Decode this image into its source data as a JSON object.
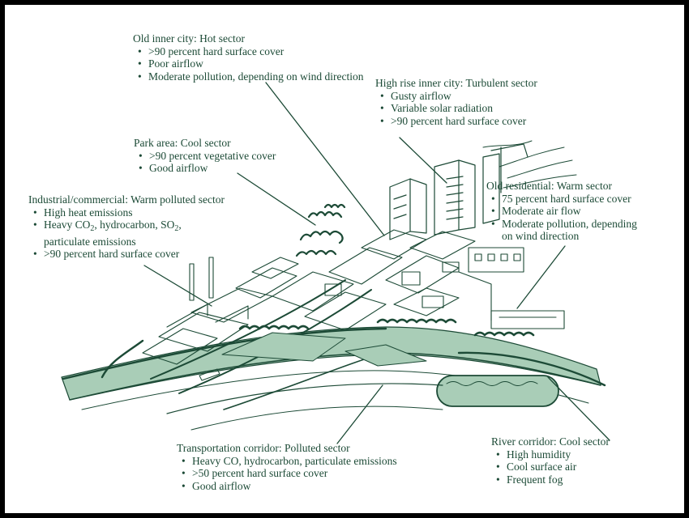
{
  "colors": {
    "ink": "#1c4a36",
    "tint": "#a9cdb7",
    "background": "#ffffff",
    "border": "#000000"
  },
  "sectors": [
    {
      "id": "old-inner-city",
      "title": "Old inner city: Hot sector",
      "bullets": [
        ">90 percent hard surface cover",
        "Poor airflow",
        "Moderate pollution, depending on wind direction"
      ]
    },
    {
      "id": "high-rise",
      "title": "High rise inner city: Turbulent sector",
      "bullets": [
        "Gusty airflow",
        "Variable solar radiation",
        ">90 percent hard surface cover"
      ]
    },
    {
      "id": "park",
      "title": "Park area: Cool sector",
      "bullets": [
        ">90 percent vegetative cover",
        "Good airflow"
      ]
    },
    {
      "id": "industrial",
      "title": "Industrial/commercial: Warm polluted sector",
      "bullets": [
        "High heat emissions",
        "Heavy CO{2}, hydrocarbon, SO{2},",
        "particulate emissions",
        ">90 percent hard surface cover"
      ]
    },
    {
      "id": "old-residential",
      "title": "Old residential: Warm sector",
      "bullets": [
        "75 percent hard surface cover",
        "Moderate air flow",
        "Moderate pollution, depending",
        "on wind direction"
      ]
    },
    {
      "id": "transportation",
      "title": "Transportation corridor: Polluted sector",
      "bullets": [
        "Heavy CO, hydrocarbon, particulate emissions",
        ">50 percent hard surface cover",
        "Good airflow"
      ]
    },
    {
      "id": "river",
      "title": "River corridor: Cool sector",
      "bullets": [
        "High humidity",
        "Cool surface air",
        "Frequent fog"
      ]
    }
  ]
}
